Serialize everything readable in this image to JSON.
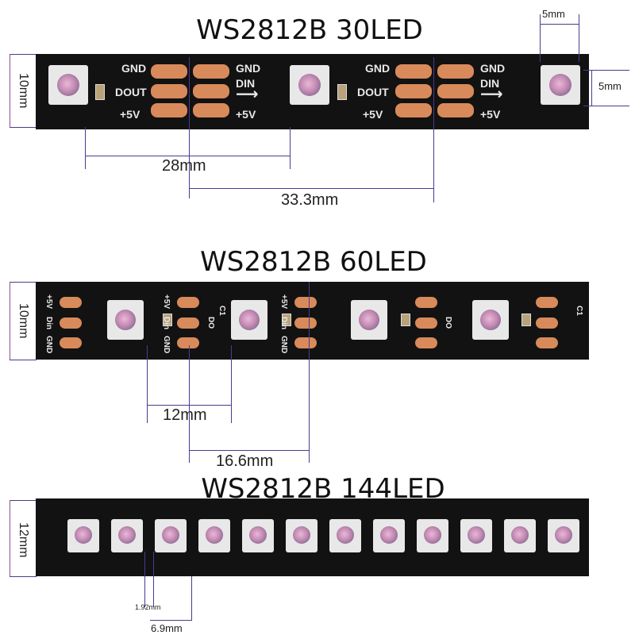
{
  "sections": [
    {
      "title": "WS2812B 30LED",
      "width_label": "10mm",
      "pitch_label": "28mm",
      "cut_label": "33.3mm",
      "led_label_top": "5mm",
      "led_label_side": "5mm",
      "silk": {
        "gnd": "GND",
        "dout": "DOUT",
        "din": "DIN",
        "v5": "+5V"
      }
    },
    {
      "title": "WS2812B 60LED",
      "width_label": "10mm",
      "pitch_label": "12mm",
      "cut_label": "16.6mm",
      "silk": {
        "v5": "+5V",
        "din": "Din",
        "gnd": "GND",
        "do": "DO",
        "c1": "C1"
      }
    },
    {
      "title": "WS2812B 144LED",
      "width_label": "12mm",
      "gap_label": "1.92mm",
      "pitch_label": "6.9mm"
    }
  ]
}
